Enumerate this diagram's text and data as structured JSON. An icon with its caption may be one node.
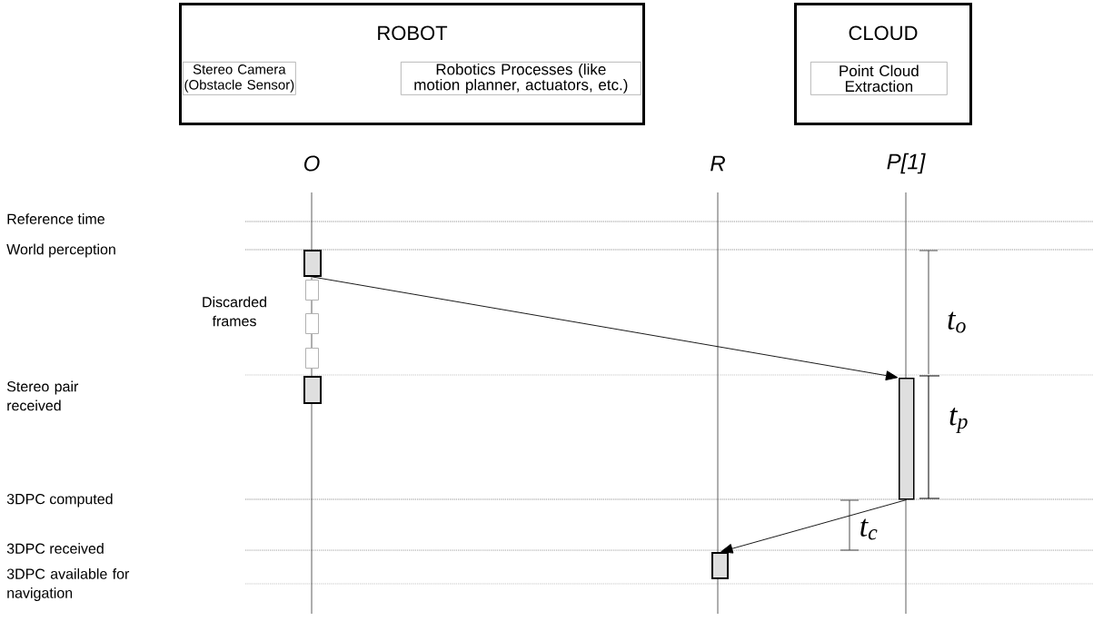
{
  "diagram": {
    "nodes": [
      {
        "text": [
          "ROBOT"
        ]
      },
      {
        "text": [
          "Stereo Camera (Obstacle Sensor)"
        ],
        "in": 0
      },
      {
        "text": [
          "Robotics Processes (like motion planner, actuators, etc.)"
        ],
        "in": 0
      },
      {
        "text": [
          "CLOUD"
        ]
      },
      {
        "text": [
          "Point Cloud Extraction"
        ],
        "in": 3
      },
      {
        "text": [],
        "shape": "box"
      },
      {
        "text": [],
        "shape": "box"
      },
      {
        "text": [],
        "shape": "box"
      },
      {
        "text": [],
        "shape": "box"
      },
      {
        "text": [],
        "shape": "box"
      },
      {
        "text": [],
        "shape": "bar"
      },
      {
        "text": [],
        "shape": "box"
      }
    ],
    "edges": [
      {
        "from": 5,
        "to": 10,
        "arrow": "to"
      },
      {
        "from": 10,
        "to": 11,
        "arrow": "to"
      }
    ],
    "labels": [
      "O",
      "R",
      "P[1]",
      "Reference time",
      "World perception",
      "Discarded frames",
      "Stereo pair received",
      "3DPC computed",
      "3DPC received",
      "3DPC available for navigation",
      "t$_{o}$",
      "t$_{p}$",
      "t$_{c}$"
    ]
  }
}
